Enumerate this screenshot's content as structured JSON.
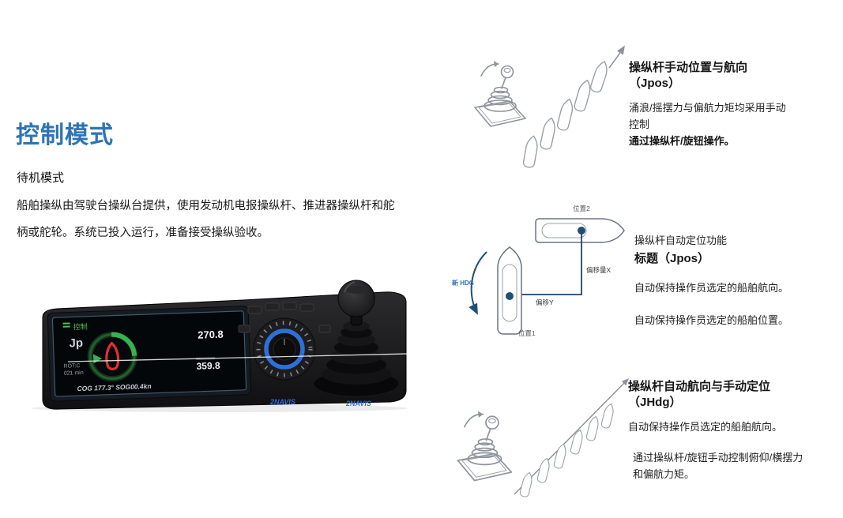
{
  "colors": {
    "accent_blue": "#2E74B5",
    "navy": "#1F4E79",
    "screen_green": "#37B24D",
    "alarm_red": "#E03131",
    "brand_blue": "#2F6FD8"
  },
  "left": {
    "title": "控制模式",
    "subtitle": "待机模式",
    "body": "船舶操纵由驾驶台操纵台提供，使用发动机电报操纵杆、推进器操纵杆和舵柄或舵轮。系统已投入运行，准备接受操纵验收。"
  },
  "panel": {
    "status_label": "控制",
    "mode_label": "Jp",
    "heading_value": "270.8",
    "rot_label": "ROT:C",
    "rot_value": "021 min",
    "course_value": "359.8",
    "nav_readout": "COG 177.3° SOG00.4kn",
    "brand": "2NAVIS",
    "brand2": "2NAVIS"
  },
  "fig_manual": {
    "title": "操纵杆手动位置与航向",
    "title2": "（Jpos）",
    "desc": "涌浪/摇摆力与偏航力矩均采用手动控制",
    "desc_bold": "通过操纵杆/旋钮操作。"
  },
  "fig_autopos": {
    "pos2": "位置2",
    "pos1": "位置1",
    "new_hdg": "新 HDG",
    "offset_x": "偏移量X",
    "offset_y": "偏移Y",
    "title": "操纵杆自动定位功能",
    "title2": "标题（Jpos）",
    "desc1": "自动保持操作员选定的船舶航向。",
    "desc2": "自动保持操作员选定的船舶位置。"
  },
  "fig_autohdg": {
    "title": "操纵杆自动航向与手动定位",
    "title2": "（JHdg）",
    "desc1": "自动保持操作员选定的船舶航向。",
    "desc2": "通过操纵杆/旋钮手动控制俯仰/横摆力和偏航力矩。"
  }
}
